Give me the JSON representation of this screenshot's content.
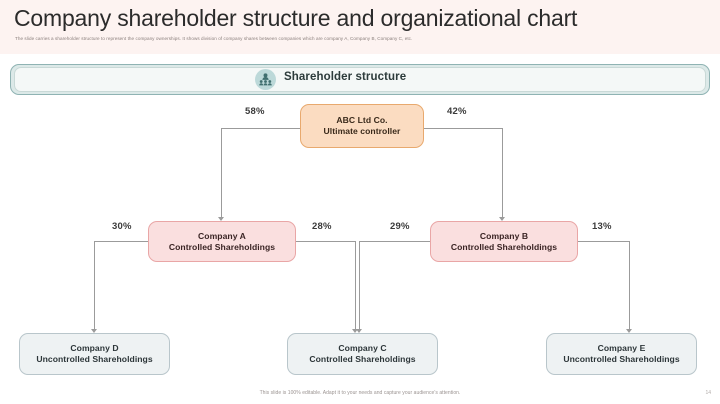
{
  "header": {
    "title": "Company shareholder structure and organizational chart",
    "subtitle": "The slide carries a shareholder structure to represent the company ownerships. It shows division of company shares between companies which are company A, Company B, Company C, etc."
  },
  "banner": {
    "label": "Shareholder structure",
    "icon": "people-group-icon"
  },
  "chart_data": {
    "type": "diagram",
    "title": "Shareholder structure",
    "nodes": [
      {
        "id": "root",
        "line1": "ABC Ltd Co.",
        "line2": "Ultimate controller",
        "level": 0,
        "style": "root"
      },
      {
        "id": "a",
        "line1": "Company A",
        "line2": "Controlled Shareholdings",
        "level": 1,
        "style": "controlled"
      },
      {
        "id": "b",
        "line1": "Company B",
        "line2": "Controlled Shareholdings",
        "level": 1,
        "style": "controlled"
      },
      {
        "id": "d",
        "line1": "Company D",
        "line2": "Uncontrolled Shareholdings",
        "level": 2,
        "style": "uncontrolled"
      },
      {
        "id": "c",
        "line1": "Company C",
        "line2": "Controlled Shareholdings",
        "level": 2,
        "style": "uncontrolled"
      },
      {
        "id": "e",
        "line1": "Company E",
        "line2": "Uncontrolled Shareholdings",
        "level": 2,
        "style": "uncontrolled"
      }
    ],
    "edges": [
      {
        "from": "root",
        "to": "a",
        "label": "58%"
      },
      {
        "from": "root",
        "to": "b",
        "label": "42%"
      },
      {
        "from": "a",
        "to": "d",
        "label": "30%"
      },
      {
        "from": "a",
        "to": "c",
        "label": "28%"
      },
      {
        "from": "b",
        "to": "c",
        "label": "29%"
      },
      {
        "from": "b",
        "to": "e",
        "label": "13%"
      }
    ],
    "colors": {
      "root_fill": "#fbdcc1",
      "root_border": "#e8a96e",
      "controlled_fill": "#fadfdf",
      "controlled_border": "#e9a6a6",
      "uncontrolled_fill": "#eef2f3",
      "uncontrolled_border": "#b9c6cb",
      "banner_fill": "#f4f8f7",
      "banner_border": "#8fb3b3",
      "header_band": "#fdf3f1",
      "connector": "#9b9b9b"
    }
  },
  "footer": {
    "note": "This slide is 100% editable. Adapt it to your needs and capture your audience's attention.",
    "page_number": "14"
  }
}
